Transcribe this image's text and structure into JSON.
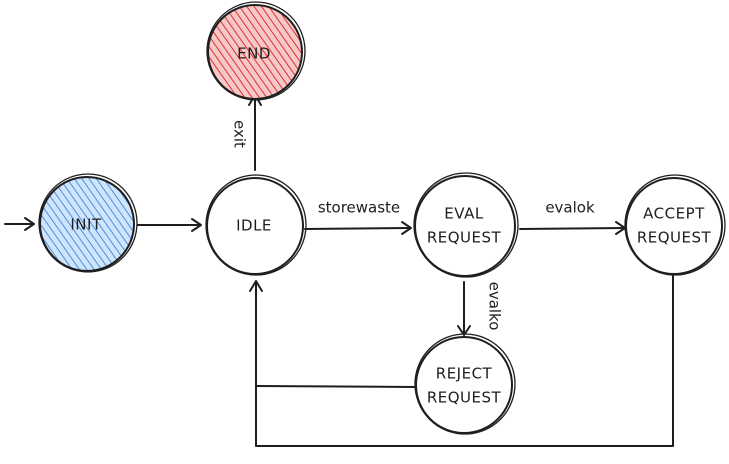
{
  "colors": {
    "ink": "#1e1e1e",
    "init_fill": "#4a90e2",
    "end_fill": "#e03131",
    "plain_fill": "#ffffff"
  },
  "states": {
    "init": {
      "label": "INIT"
    },
    "end": {
      "label": "END"
    },
    "idle": {
      "label": "IDLE"
    },
    "eval_request": {
      "line1": "EVAL",
      "line2": "REQUEST"
    },
    "accept_request": {
      "line1": "ACCEPT",
      "line2": "REQUEST"
    },
    "reject_request": {
      "line1": "REJECT",
      "line2": "REQUEST"
    }
  },
  "transitions": {
    "exit": "exit",
    "storewaste": "storewaste",
    "evalok": "evalok",
    "evalko": "evalko"
  }
}
